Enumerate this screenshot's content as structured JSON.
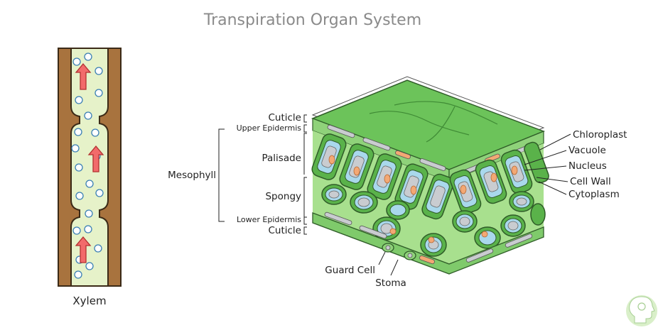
{
  "title": "Transpiration Organ System",
  "xylem": {
    "label": "Xylem"
  },
  "leaf_labels": {
    "cuticle_top": "Cuticle",
    "upper_epidermis": "Upper Epidermis",
    "palisade": "Palisade",
    "mesophyll": "Mesophyll",
    "spongy": "Spongy",
    "lower_epidermis": "Lower Epidermis",
    "cuticle_bottom": "Cuticle",
    "guard_cell": "Guard Cell",
    "stoma": "Stoma"
  },
  "cell_labels": {
    "chloroplast": "Chloroplast",
    "vacuole": "Vacuole",
    "nucleus": "Nucleus",
    "cell_wall": "Cell Wall",
    "cytoplasm": "Cytoplasm"
  },
  "colors": {
    "xylem_wall": "#a8733e",
    "xylem_fluid": "#e6f2c9",
    "arrow": "#f26b6b",
    "leaf_green": "#6cc35a",
    "leaf_dark": "#3f8a35",
    "vacuole": "#c9ccd0",
    "nucleus": "#f3a874",
    "cytoplasm_blue": "#a9d8ec"
  },
  "logo_icon": "head-brain-logo"
}
